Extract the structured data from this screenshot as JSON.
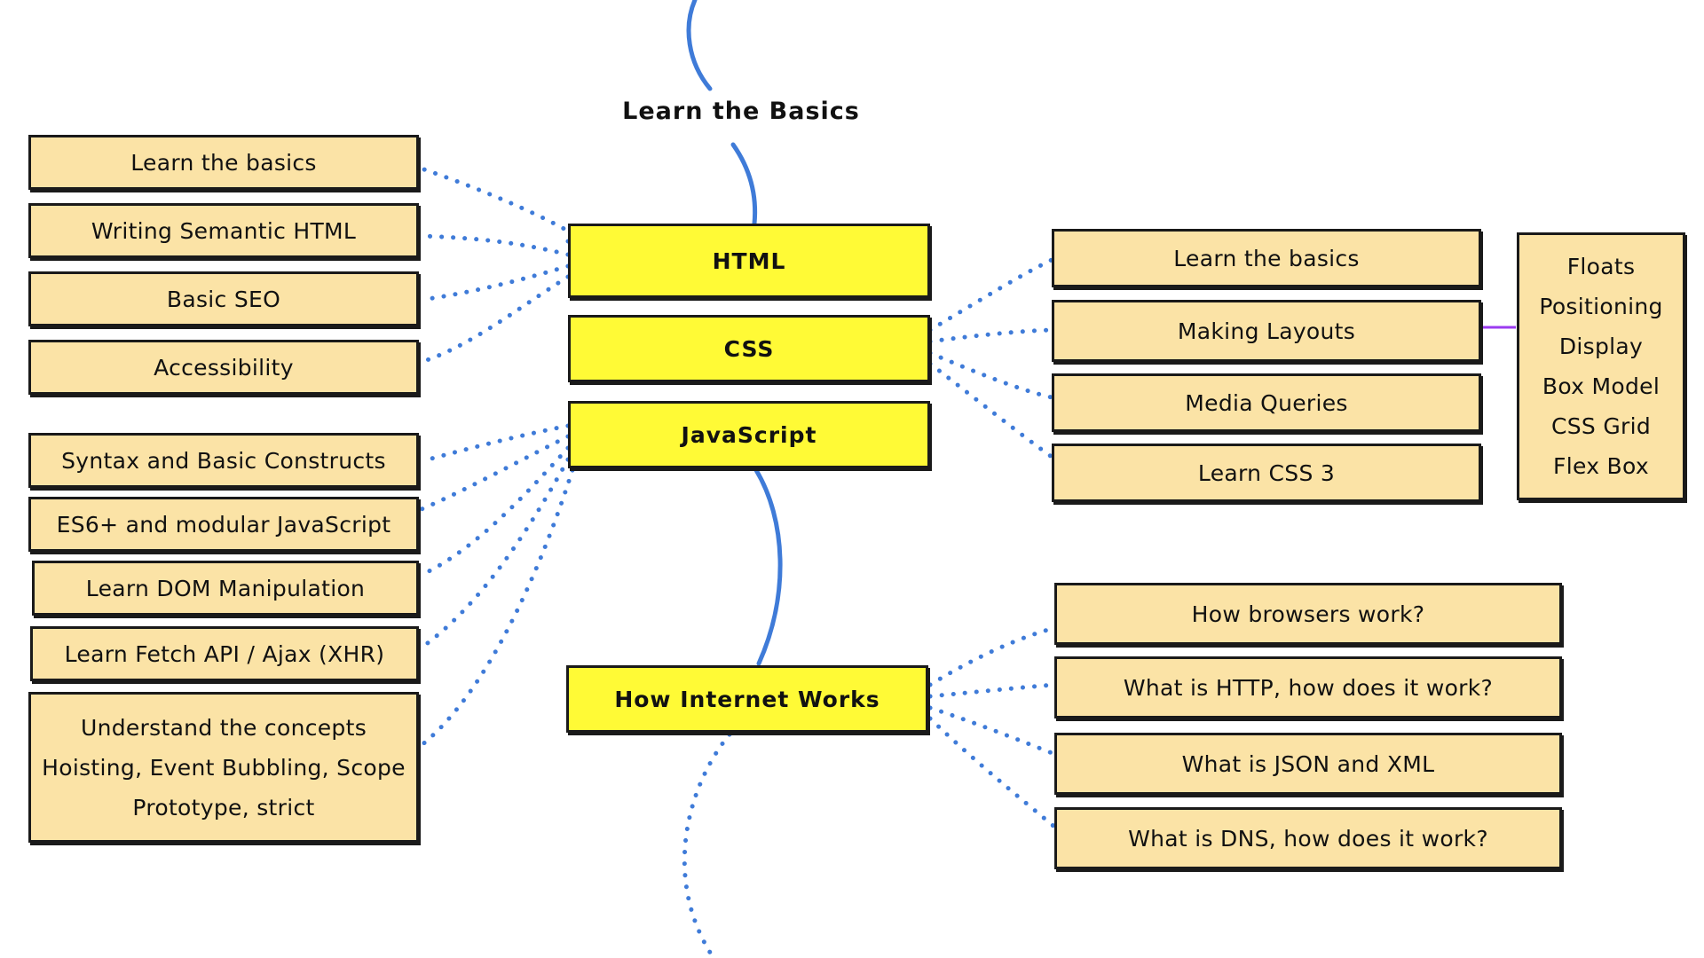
{
  "section_title": "Learn the Basics",
  "main_nodes": {
    "html": "HTML",
    "css": "CSS",
    "javascript": "JavaScript",
    "internet": "How Internet Works"
  },
  "html_topics": [
    "Learn the basics",
    "Writing Semantic HTML",
    "Basic SEO",
    "Accessibility"
  ],
  "js_topics": [
    "Syntax and Basic Constructs",
    "ES6+ and modular JavaScript",
    "Learn DOM Manipulation",
    "Learn Fetch API / Ajax (XHR)"
  ],
  "js_concepts": [
    "Understand the concepts",
    "Hoisting, Event Bubbling, Scope",
    "Prototype, strict"
  ],
  "css_topics": [
    "Learn the basics",
    "Making Layouts",
    "Media Queries",
    "Learn CSS 3"
  ],
  "layout_topics": [
    "Floats",
    "Positioning",
    "Display",
    "Box Model",
    "CSS Grid",
    "Flex Box"
  ],
  "internet_topics": [
    "How browsers work?",
    "What is HTTP, how does it work?",
    "What is JSON and XML",
    "What is DNS, how does it work?"
  ],
  "colors": {
    "main_node": "#fffa36",
    "topic_node": "#fbe3a6",
    "path": "#3f7bd8",
    "connector": "#3f7bd8",
    "layout_link": "#9b3bf0"
  }
}
